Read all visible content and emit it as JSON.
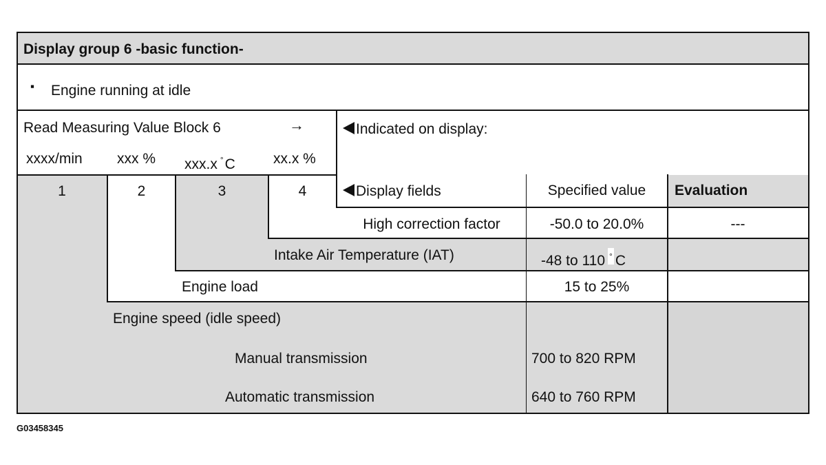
{
  "title": "Display group 6 -basic function-",
  "condition": {
    "bullet": "▪",
    "text": "Engine running at idle"
  },
  "read_block": {
    "label": "Read Measuring Value Block 6",
    "arrow": "→",
    "units": [
      "xxxx/min",
      "xxx %",
      "xxx.x",
      "C",
      "xx.x %"
    ],
    "degree": "°"
  },
  "indicated": "Indicated on display:",
  "headers": {
    "fields": [
      "1",
      "2",
      "3",
      "4"
    ],
    "display_fields": "Display fields",
    "specified": "Specified value",
    "evaluation": "Evaluation"
  },
  "rows": [
    {
      "label": "High correction factor",
      "spec": "-50.0 to 20.0%",
      "eval": "---"
    },
    {
      "label": "Intake Air Temperature (IAT)",
      "spec_num": "-48 to 110",
      "spec_unit": "C",
      "eval": ""
    },
    {
      "label": "Engine load",
      "spec": "15 to 25%",
      "eval": ""
    },
    {
      "label": "Engine speed (idle speed)",
      "eval": ""
    }
  ],
  "speed_rows": [
    {
      "label": "Manual transmission",
      "spec": "700 to 820 RPM"
    },
    {
      "label": "Automatic transmission",
      "spec": "640 to 760 RPM"
    }
  ],
  "figure_id": "G03458345"
}
